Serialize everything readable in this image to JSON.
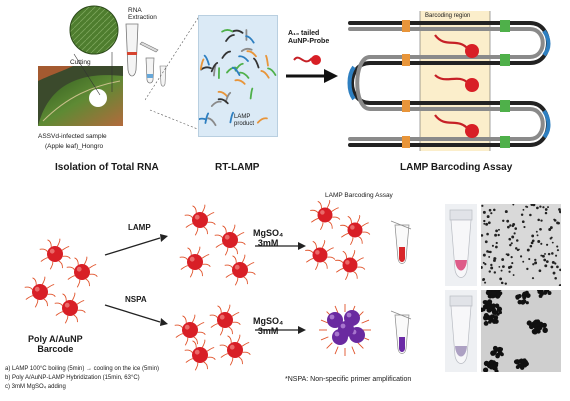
{
  "figure": {
    "top": {
      "sample_label": "ASSVd-infected sample",
      "leaf_label": "(Apple leaf)_Hongro",
      "cutting_label": "Cutting",
      "rna_extraction_label": "RNA\nExtraction",
      "lamp_product_label": "LAMP\nproduct",
      "probe_label": "A₁₀ tailed\nAuNP-Probe",
      "barcoding_region_label": "Barcoding region",
      "section_titles": [
        "Isolation of Total RNA",
        "RT-LAMP",
        "LAMP Barcoding Assay"
      ]
    },
    "bottom": {
      "assay_label": "LAMP Barcoding Assay",
      "start_label": "Poly A/AuNP\nBarcode",
      "lamp_arrow_label": "LAMP",
      "nspa_arrow_label": "NSPA",
      "reagent_top": "MgSO₄\n3mM",
      "reagent_bottom": "MgSO₄\n3mM",
      "steps": [
        "a) LAMP 100°C boiling (5min) → cooling on the ice (5min)",
        "b) Poly A/AuNP-LAMP Hybridization (15min, 63°C)",
        "c) 3mM MgSO₄ adding"
      ],
      "footnote": "*NSPA: Non-specific primer amplification"
    },
    "colors": {
      "aunp_red": "#d81f26",
      "aggregate_purple": "#6a2aa0",
      "tube_red": "#d8262a",
      "tube_purple": "#6b2aa6",
      "strand_orange": "#e8953a",
      "strand_green": "#4fb04a",
      "strand_blue": "#2e7fc0",
      "barcode_region_bg": "#fbeecb"
    }
  }
}
